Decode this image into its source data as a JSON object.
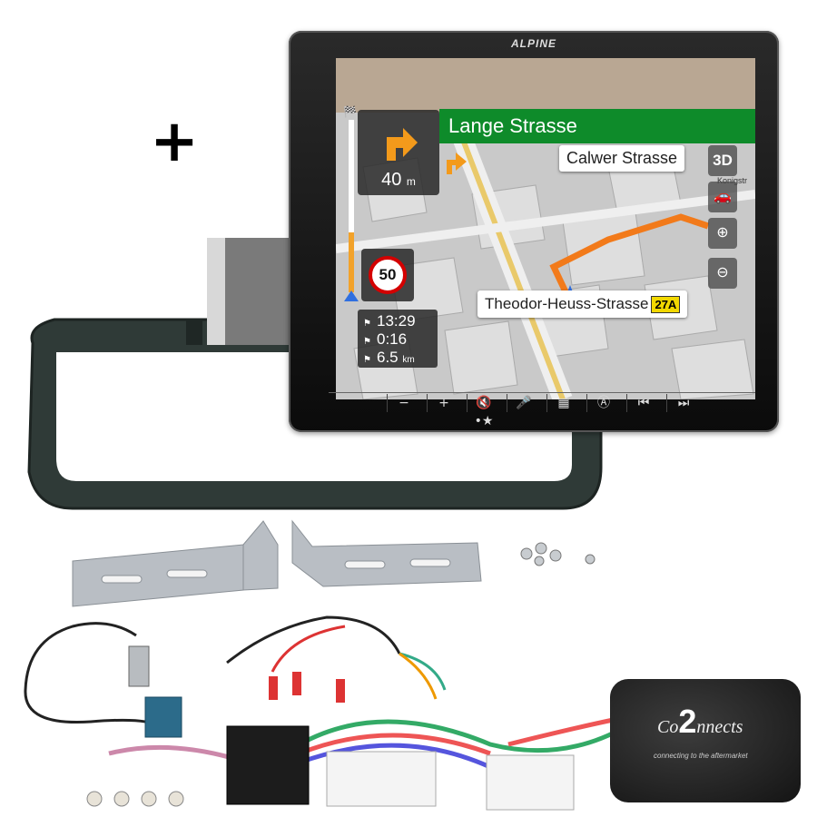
{
  "overlay": {
    "plus": "+"
  },
  "head_unit": {
    "brand": "ALPINE",
    "navigation": {
      "street_banner": "Lange Strasse",
      "turn_distance": "40",
      "turn_distance_unit": "m",
      "cross_street": "Calwer Strasse",
      "current_street": "Theodor-Heuss-Strasse",
      "route_badge": "27A",
      "speed_limit": "50",
      "view_mode": "3D",
      "side_label": "Konigstr",
      "route_progress": 0.35,
      "arrival_time": "13:29",
      "time_remaining": "0:16",
      "distance_remaining": "6.5",
      "distance_remaining_unit": "km"
    },
    "buttons": [
      {
        "id": "volume-down",
        "label": "−"
      },
      {
        "id": "volume-up",
        "label": "+"
      },
      {
        "id": "mute",
        "label": "🔇•★"
      },
      {
        "id": "voice",
        "label": "🎤"
      },
      {
        "id": "menu",
        "label": "▦"
      },
      {
        "id": "nav",
        "label": "Ⓐ"
      },
      {
        "id": "prev",
        "label": "⏮"
      },
      {
        "id": "next",
        "label": "⏭"
      }
    ]
  },
  "interface_box": {
    "logo_text": "Co",
    "logo_number": "2",
    "logo_suffix": "nnects",
    "tagline": "connecting to the aftermarket"
  },
  "colors": {
    "banner_green": "#0e8b2a",
    "route_orange": "#f27a1a",
    "position_blue": "#2f6fe0",
    "speed_red": "#d40000"
  }
}
